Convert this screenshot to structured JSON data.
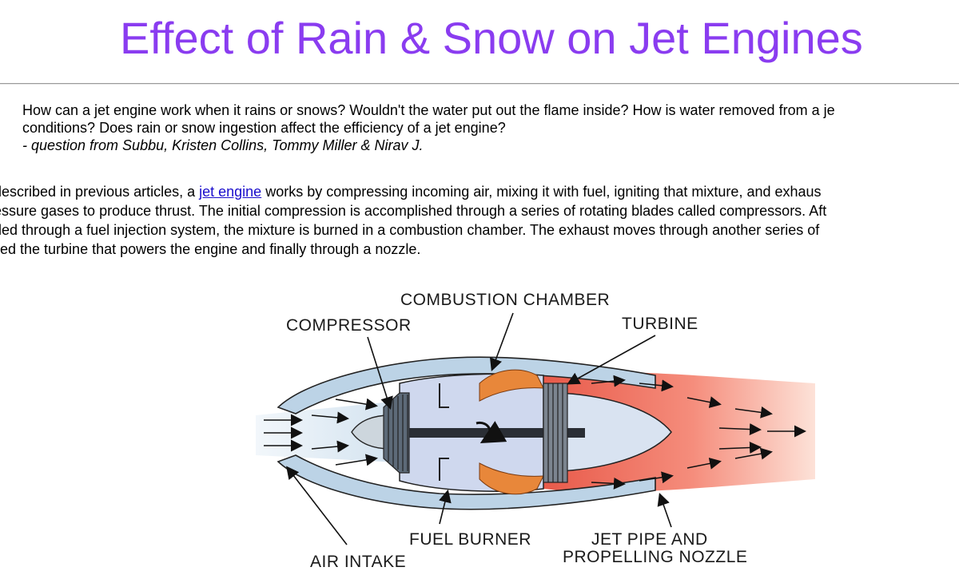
{
  "page": {
    "title": "Effect of Rain & Snow on Jet Engines"
  },
  "question": {
    "line1": "How can a jet engine work when it rains or snows? Wouldn't the water put out the flame inside? How is water removed from a je",
    "line2": "conditions? Does rain or snow ingestion affect the efficiency of a jet engine?",
    "credit": "- question from Subbu, Kristen Collins, Tommy Miller & Nirav J."
  },
  "answer": {
    "line1_before": "described in previous articles, a ",
    "link_text": "jet engine",
    "line1_after": " works by compressing incoming air, mixing it with fuel, igniting that mixture, and exhaus",
    "line2": "essure gases to produce thrust. The initial compression is accomplished through a series of rotating blades called compressors. Aft",
    "line3": "ded through a fuel injection system, the mixture is burned in a combustion chamber. The exhaust moves through another series of",
    "line4": "lled the turbine that powers the engine and finally through a nozzle."
  },
  "diagram": {
    "labels": {
      "combustion_chamber": "COMBUSTION CHAMBER",
      "compressor": "COMPRESSOR",
      "turbine": "TURBINE",
      "fuel_burner": "FUEL BURNER",
      "jet_pipe_line1": "JET PIPE AND",
      "jet_pipe_line2": "PROPELLING NOZZLE",
      "air_intake": "AIR INTAKE"
    },
    "colors": {
      "title": "#8a3cf0",
      "link": "#1a0dcc",
      "casing": "#bcd3e6",
      "flame": "#e8873a",
      "exhaust": "#f07a6e"
    }
  }
}
